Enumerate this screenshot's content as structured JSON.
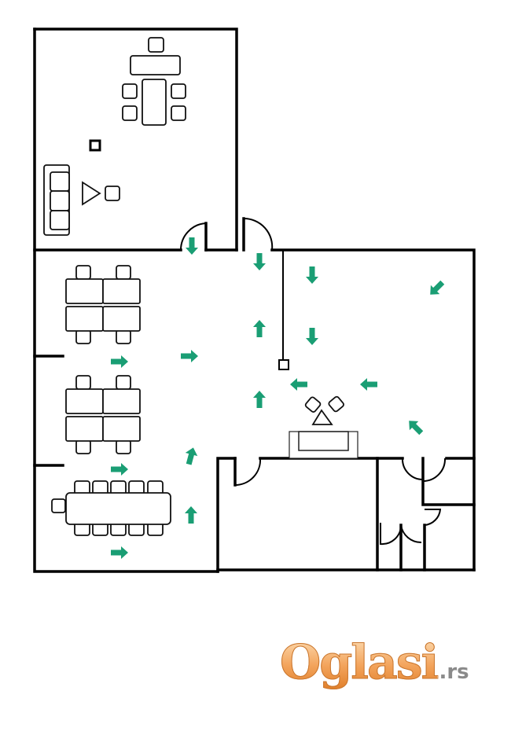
{
  "logo": {
    "main": "Oglasi",
    "tld": ".rs"
  },
  "colors": {
    "arrow": "#1a9e74",
    "wall": "#000000",
    "logo_orange": "#f3a45c",
    "logo_gray": "#8a8a8a"
  },
  "arrows": [
    {
      "dir": "down"
    },
    {
      "dir": "down"
    },
    {
      "dir": "down"
    },
    {
      "dir": "down"
    },
    {
      "dir": "up"
    },
    {
      "dir": "up"
    },
    {
      "dir": "up"
    },
    {
      "dir": "up-tilt"
    },
    {
      "dir": "right"
    },
    {
      "dir": "right"
    },
    {
      "dir": "right"
    },
    {
      "dir": "right"
    },
    {
      "dir": "left"
    },
    {
      "dir": "left"
    },
    {
      "dir": "down-left"
    },
    {
      "dir": "up-left"
    }
  ]
}
